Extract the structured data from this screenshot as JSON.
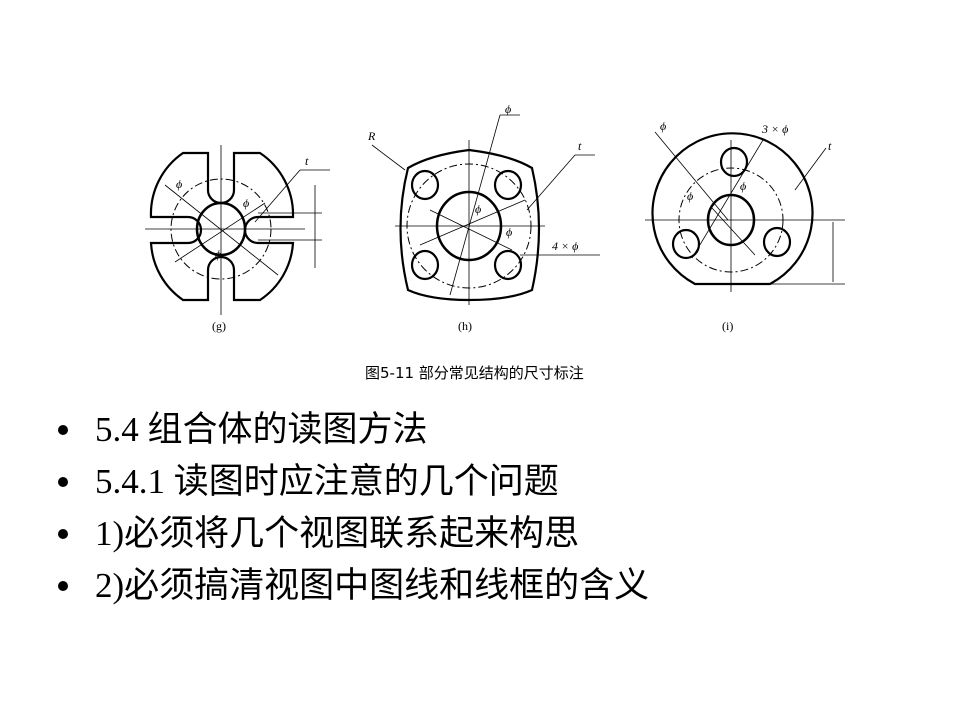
{
  "figure": {
    "g": {
      "caption": "(g)",
      "labels": [
        "t",
        "ϕ",
        "ϕ",
        "ϕ"
      ]
    },
    "h": {
      "caption": "(h)",
      "labels": [
        "R",
        "ϕ",
        "t",
        "ϕ",
        "ϕ",
        "4 × ϕ"
      ]
    },
    "i": {
      "caption": "(i)",
      "labels": [
        "ϕ",
        "3 × ϕ",
        "t",
        "ϕ",
        "ϕ"
      ]
    },
    "title": "图5-11  部分常见结构的尺寸标注"
  },
  "bullets": [
    "5.4  组合体的读图方法",
    "5.4.1  读图时应注意的几个问题",
    "1)必须将几个视图联系起来构思",
    "2)必须搞清视图中图线和线框的含义"
  ]
}
